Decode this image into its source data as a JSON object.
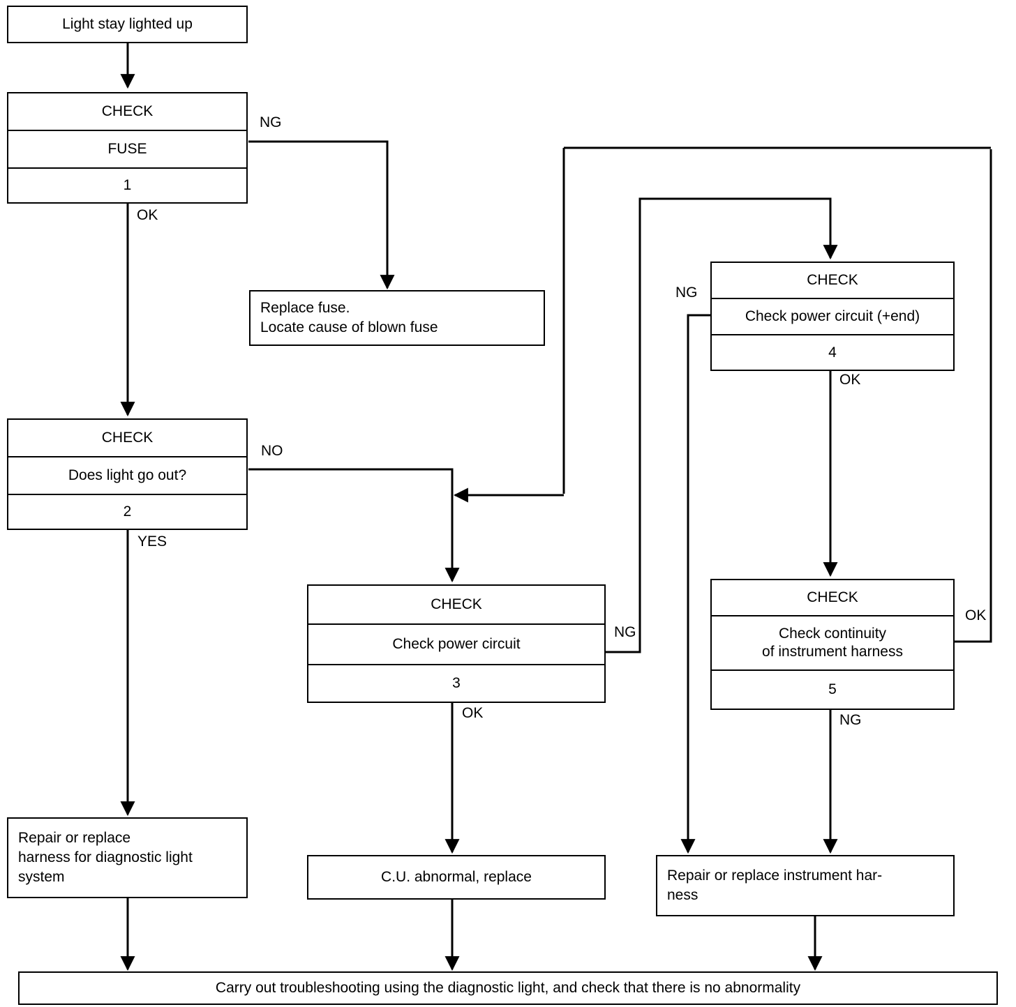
{
  "diagram": {
    "title": "Diagnostic light troubleshooting flowchart",
    "line_color": "#000000",
    "background": "#ffffff",
    "nodes": {
      "start": {
        "text": "Light stay lighted up"
      },
      "check1": {
        "header": "CHECK",
        "body": "FUSE",
        "number": "1"
      },
      "replace_fuse": {
        "text": "Replace fuse.\nLocate cause of blown fuse"
      },
      "check2": {
        "header": "CHECK",
        "body": "Does light go out?",
        "number": "2"
      },
      "check3": {
        "header": "CHECK",
        "body": "Check power circuit",
        "number": "3"
      },
      "check4": {
        "header": "CHECK",
        "body": "Check power circuit (+end)",
        "number": "4"
      },
      "check5": {
        "header": "CHECK",
        "body": "Check continuity\nof instrument harness",
        "number": "5"
      },
      "repair_diag": {
        "text": "Repair or replace\nharness for diagnostic light\nsystem"
      },
      "cu_abnormal": {
        "text": "C.U. abnormal, replace"
      },
      "repair_instrument": {
        "text": "Repair or replace instrument har-\nness"
      },
      "final": {
        "text": "Carry out troubleshooting using the diagnostic light, and check that there is no abnormality"
      }
    },
    "edge_labels": {
      "check1_ng": "NG",
      "check1_ok": "OK",
      "check2_no": "NO",
      "check2_yes": "YES",
      "check3_ng": "NG",
      "check3_ok": "OK",
      "check4_ng": "NG",
      "check4_ok": "OK",
      "check5_ok": "OK",
      "check5_ng": "NG"
    }
  }
}
